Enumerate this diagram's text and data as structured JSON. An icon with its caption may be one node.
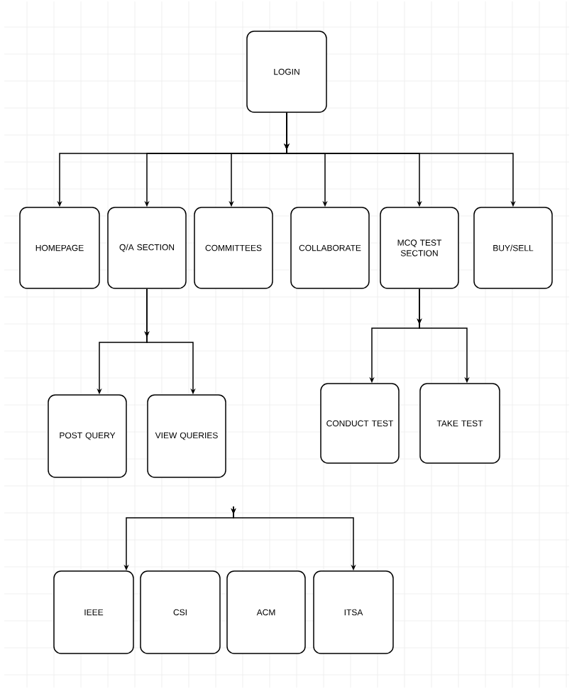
{
  "diagram": {
    "nodes": [
      {
        "text": [
          "LOGIN"
        ]
      },
      {
        "text": [
          "HOMEPAGE"
        ]
      },
      {
        "text": [
          "Q/A SECTION"
        ]
      },
      {
        "text": [
          "COMMITTEES"
        ]
      },
      {
        "text": [
          "COLLABORATE"
        ]
      },
      {
        "text": [
          "MCQ TEST SECTION"
        ]
      },
      {
        "text": [
          "BUY/SELL"
        ]
      },
      {
        "text": [
          "POST QUERY"
        ]
      },
      {
        "text": [
          "VIEW QUERIES"
        ]
      },
      {
        "text": [
          "CONDUCT TEST"
        ]
      },
      {
        "text": [
          "TAKE TEST"
        ]
      },
      {
        "text": [
          "IEEE"
        ]
      },
      {
        "text": [
          "CSI"
        ]
      },
      {
        "text": [
          "ACM"
        ]
      },
      {
        "text": [
          "ITSA"
        ]
      }
    ],
    "edges": [
      {
        "from": 0,
        "to": 1,
        "arrow": "to"
      },
      {
        "from": 0,
        "to": 2,
        "arrow": "to"
      },
      {
        "from": 0,
        "to": 3,
        "arrow": "to"
      },
      {
        "from": 0,
        "to": 4,
        "arrow": "to"
      },
      {
        "from": 0,
        "to": 5,
        "arrow": "to"
      },
      {
        "from": 0,
        "to": 6,
        "arrow": "to"
      },
      {
        "from": 2,
        "to": 7,
        "arrow": "to"
      },
      {
        "from": 2,
        "to": 8,
        "arrow": "to"
      },
      {
        "from": 5,
        "to": 9,
        "arrow": "to"
      },
      {
        "from": 5,
        "to": 10,
        "arrow": "to"
      },
      {
        "from": null,
        "to": 11,
        "arrow": "to"
      },
      {
        "from": null,
        "to": 14,
        "arrow": "to"
      }
    ]
  }
}
